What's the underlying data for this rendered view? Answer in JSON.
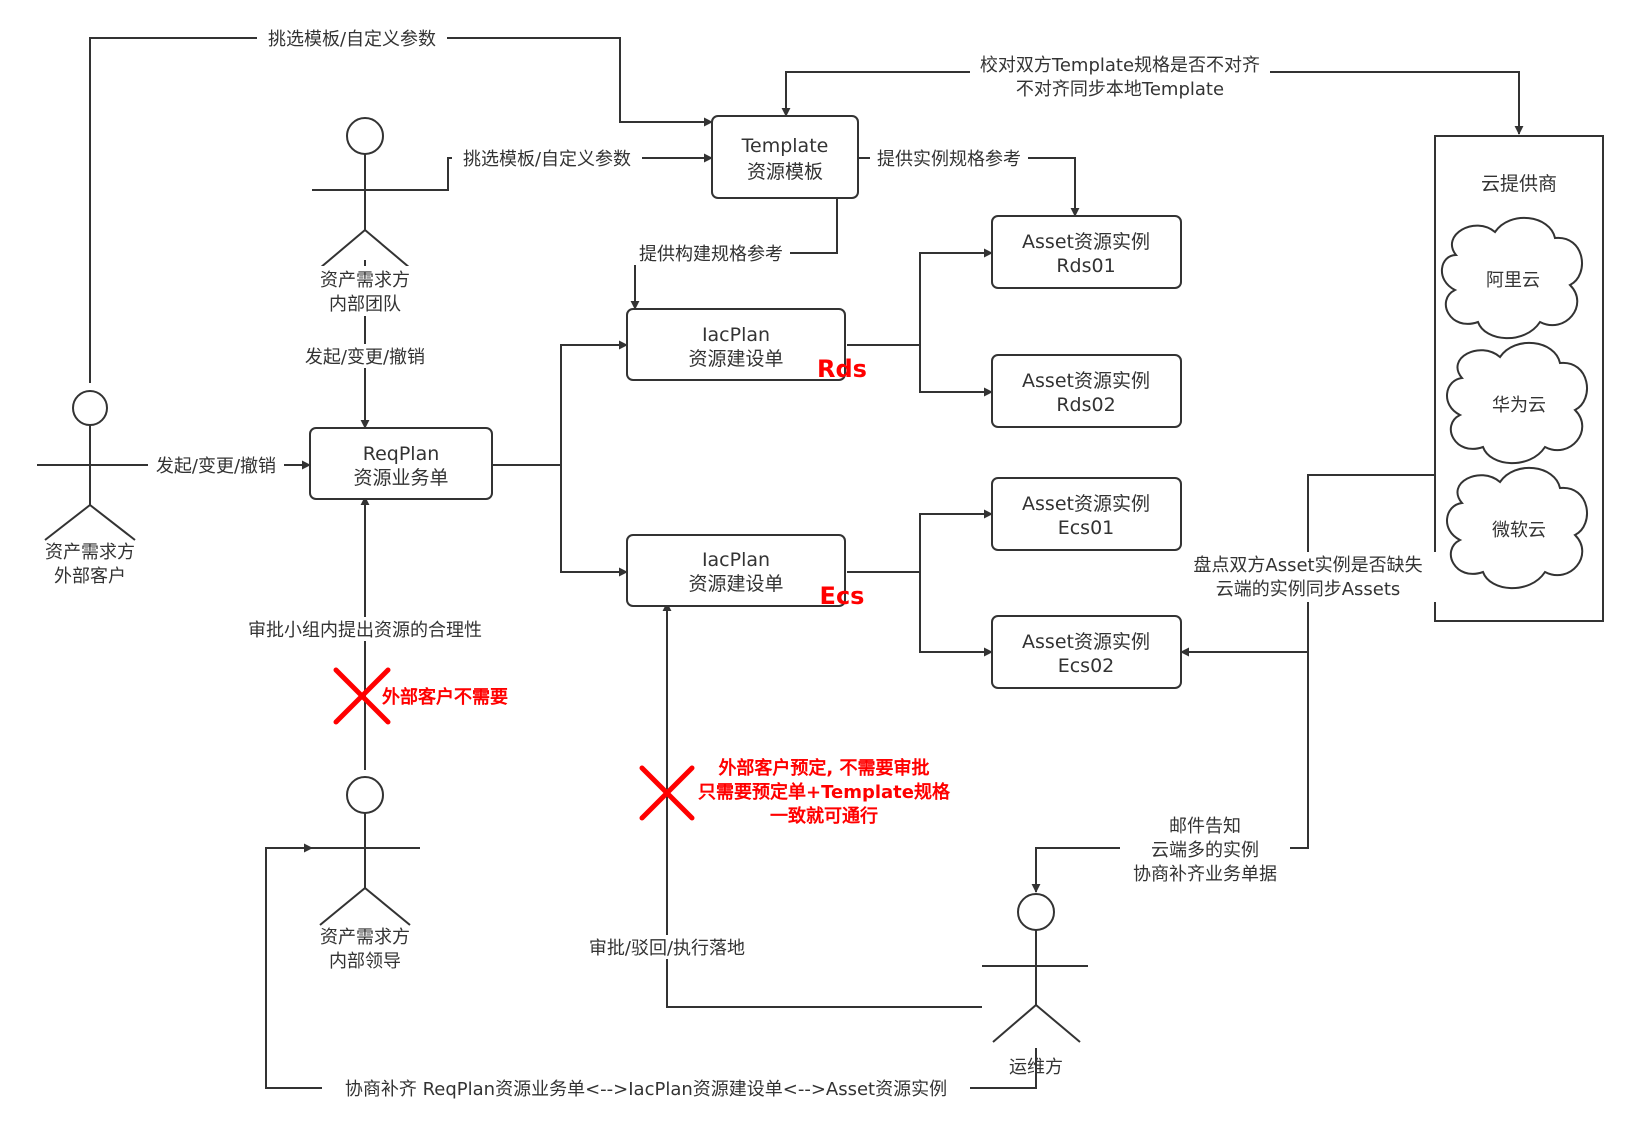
{
  "nodes": {
    "template": {
      "line1": "Template",
      "line2": "资源模板"
    },
    "reqplan": {
      "line1": "ReqPlan",
      "line2": "资源业务单"
    },
    "iacplan_rds": {
      "line1": "IacPlan",
      "line2": "资源建设单"
    },
    "iacplan_ecs": {
      "line1": "IacPlan",
      "line2": "资源建设单"
    },
    "asset_rds01": {
      "line1": "Asset资源实例",
      "line2": "Rds01"
    },
    "asset_rds02": {
      "line1": "Asset资源实例",
      "line2": "Rds02"
    },
    "asset_ecs01": {
      "line1": "Asset资源实例",
      "line2": "Ecs01"
    },
    "asset_ecs02": {
      "line1": "Asset资源实例",
      "line2": "Ecs02"
    },
    "cloud_provider": {
      "title": "云提供商"
    }
  },
  "clouds": {
    "aliyun": "阿里云",
    "huawei": "华为云",
    "microsoft": "微软云"
  },
  "actors": {
    "external_customer": {
      "line1": "资产需求方",
      "line2": "外部客户"
    },
    "internal_team": {
      "line1": "资产需求方",
      "line2": "内部团队"
    },
    "internal_leader": {
      "line1": "资产需求方",
      "line2": "内部领导"
    },
    "ops": {
      "line1": "运维方"
    }
  },
  "edge_labels": {
    "select_template_top": "挑选模板/自定义参数",
    "select_template_team": "挑选模板/自定义参数",
    "check_template_line1": "校对双方Template规格是否不对齐",
    "check_template_line2": "不对齐同步本地Template",
    "provide_instance_ref": "提供实例规格参考",
    "provide_build_ref": "提供构建规格参考",
    "initiate_team": "发起/变更/撤销",
    "initiate_customer": "发起/变更/撤销",
    "approval_group": "审批小组内提出资源的合理性",
    "inventory_line1": "盘点双方Asset实例是否缺失",
    "inventory_line2": "云端的实例同步Assets",
    "email_line1": "邮件告知",
    "email_line2": "云端多的实例",
    "email_line3": "协商补齐业务单据",
    "approve_execute": "审批/驳回/执行落地",
    "negotiate_bottom": "协商补齐 ReqPlan资源业务单<-->IacPlan资源建设单<-->Asset资源实例"
  },
  "annotations": {
    "rds_tag": "Rds",
    "ecs_tag": "Ecs",
    "no_need_external": "外部客户不需要",
    "external_note_line1": "外部客户预定, 不需要审批",
    "external_note_line2": "只需要预定单+Template规格",
    "external_note_line3": "一致就可通行"
  }
}
